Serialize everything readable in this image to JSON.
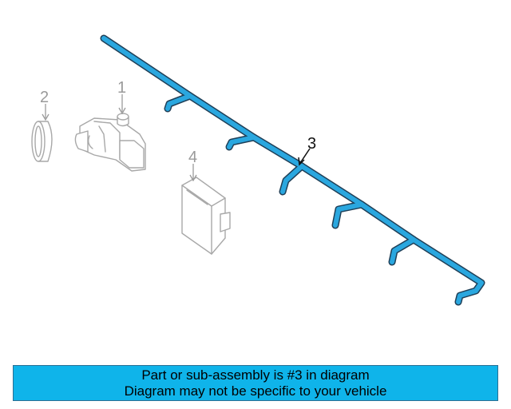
{
  "colors": {
    "harness": "#2aa7df",
    "harness_outline": "#1f3f57",
    "banner_background": "#0fb4ea",
    "faded_part": "#a8a8a8"
  },
  "diagram": {
    "callouts": [
      {
        "number": "1",
        "part": "sensor",
        "highlighted": false
      },
      {
        "number": "2",
        "part": "retainer-ring",
        "highlighted": false
      },
      {
        "number": "3",
        "part": "wiring-harness",
        "highlighted": true
      },
      {
        "number": "4",
        "part": "control-module",
        "highlighted": false
      }
    ]
  },
  "banner": {
    "line1": "Part or sub-assembly is #3 in diagram",
    "line2": "Diagram may not be specific to your vehicle"
  }
}
